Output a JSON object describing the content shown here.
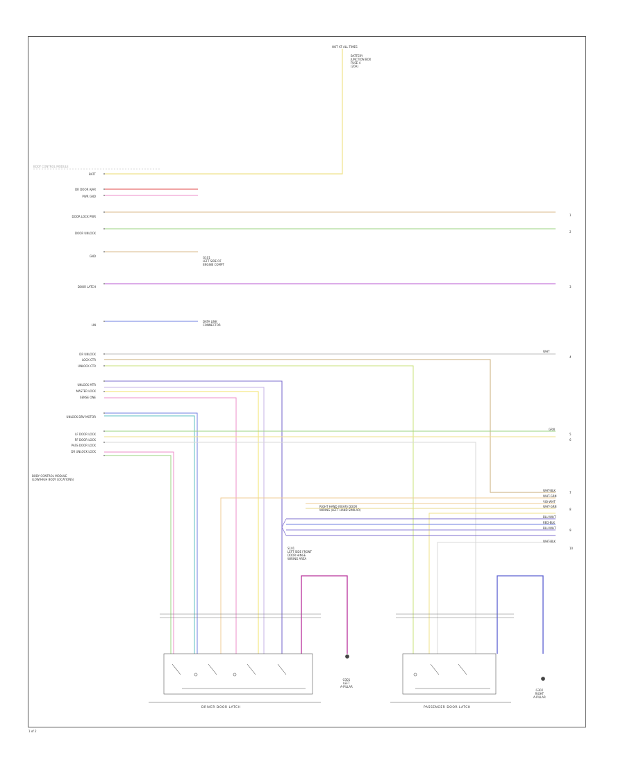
{
  "diagram": {
    "page_number": "1 of 2",
    "module_title": "BODY CONTROL MODULE",
    "module_note": "BODY CONTROL MODULE\n(LOW/HIGH BODY LOCATIONS)",
    "top_source": "HOT AT ALL TIMES",
    "top_source_note": "BATTERY\nJUNCTION BOX\nFUSE 4\n(20A)",
    "ground_note_1": "G101\nLEFT SIDE OF\nENGINE COMPT",
    "ground_note_2": "DATA LINK\nCONNECTOR",
    "driver_latch_label": "DRIVER DOOR LATCH",
    "passenger_latch_label": "PASSENGER DOOR LATCH",
    "driver_ground_label": "G301\nLEFT\nA-PILLAR",
    "passenger_ground_label": "G302\nRIGHT\nA-PILLAR",
    "splice_note": "RIGHT HAND (REAR) DOOR\nWIRING (LEFT HAND SIMILAR)",
    "tail_note": "S101\nLEFT SIDE FRONT\nDOOR HINGE\nWIRING AREA",
    "pin_labels": [
      "BATT",
      "DR DOOR AJAR",
      "PWR GND",
      "DOOR LOCK PWR",
      "DOOR UNLOCK",
      "GND",
      "DOOR LATCH",
      "LIN",
      "DR UNLOCK",
      "LOCK CTR",
      "UNLOCK CTR",
      "UNLOCK MTR",
      "MASTER LOCK",
      "SENSE ONE",
      "UNLOCK DRV MOTOR",
      "LF DOOR LOCK",
      "RF DOOR LOCK",
      "PASS DOOR LOCK",
      "DR UNLOCK LOCK"
    ],
    "right_labels": [
      "WHT-BLK",
      "WHT-GRN",
      "VIO-WHT",
      "WHT-GRN",
      "BLU-WHT",
      "RED-BLK",
      "WHT",
      "GRN",
      "BLU-WHT",
      "WHT-BLK"
    ],
    "ports": [
      "1",
      "2",
      "3",
      "4",
      "5",
      "6",
      "7",
      "8",
      "9",
      "10"
    ]
  },
  "colors": {
    "yellow": "#f3e36a",
    "pink": "#ee8cc8",
    "red": "#e24848",
    "orange": "#d9b98a",
    "green": "#9ad37f",
    "lime": "#c9e07a",
    "violet": "#7e6fcf",
    "purple": "#b85ad0",
    "cyan": "#5bbfc0",
    "gray": "#bdbdbd",
    "blue": "#6f7fe0",
    "teal": "#4fa7a6"
  }
}
